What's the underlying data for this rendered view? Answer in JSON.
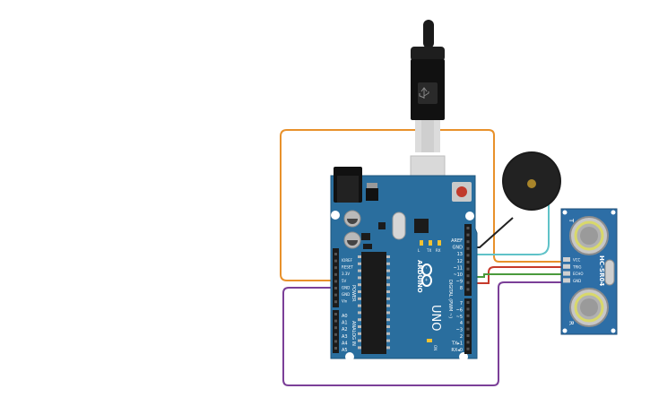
{
  "arduino": {
    "brand": "ARDUINO",
    "model": "UNO",
    "power_header": "POWER",
    "analog_header": "ANALOG IN",
    "digital_header": "DIGITAL (PWM ~)",
    "on_label": "ON",
    "tx_label": "TX",
    "rx_label": "RX",
    "l_label": "L",
    "power_pins": [
      "IOREF",
      "RESET",
      "3.3V",
      "5V",
      "GND",
      "GND",
      "Vin"
    ],
    "analog_pins": [
      "A0",
      "A1",
      "A2",
      "A3",
      "A4",
      "A5"
    ],
    "digital_top_pins": [
      "AREF",
      "GND",
      "13",
      "12",
      "~11",
      "~10",
      "~9",
      "8"
    ],
    "digital_bottom_pins": [
      "7",
      "~6",
      "~5",
      "4",
      "~3",
      "2",
      "TX▸1",
      "RX◂0"
    ]
  },
  "sensor": {
    "name": "HC-SR04",
    "pins": [
      "VCC",
      "TRIG",
      "ECHO",
      "GND"
    ],
    "transmitter_mark": "T",
    "receiver_mark": "R"
  },
  "colors": {
    "board": "#2a6e9e",
    "wire_5v": "#e8912b",
    "wire_gnd": "#7b3f98",
    "wire_trig": "#c63a2b",
    "wire_echo": "#4a9a3c",
    "wire_buzzer": "#5fc2c8",
    "sensor_board": "#2d6ea6"
  },
  "icons": [
    "usb-cable-icon",
    "buzzer-icon"
  ]
}
